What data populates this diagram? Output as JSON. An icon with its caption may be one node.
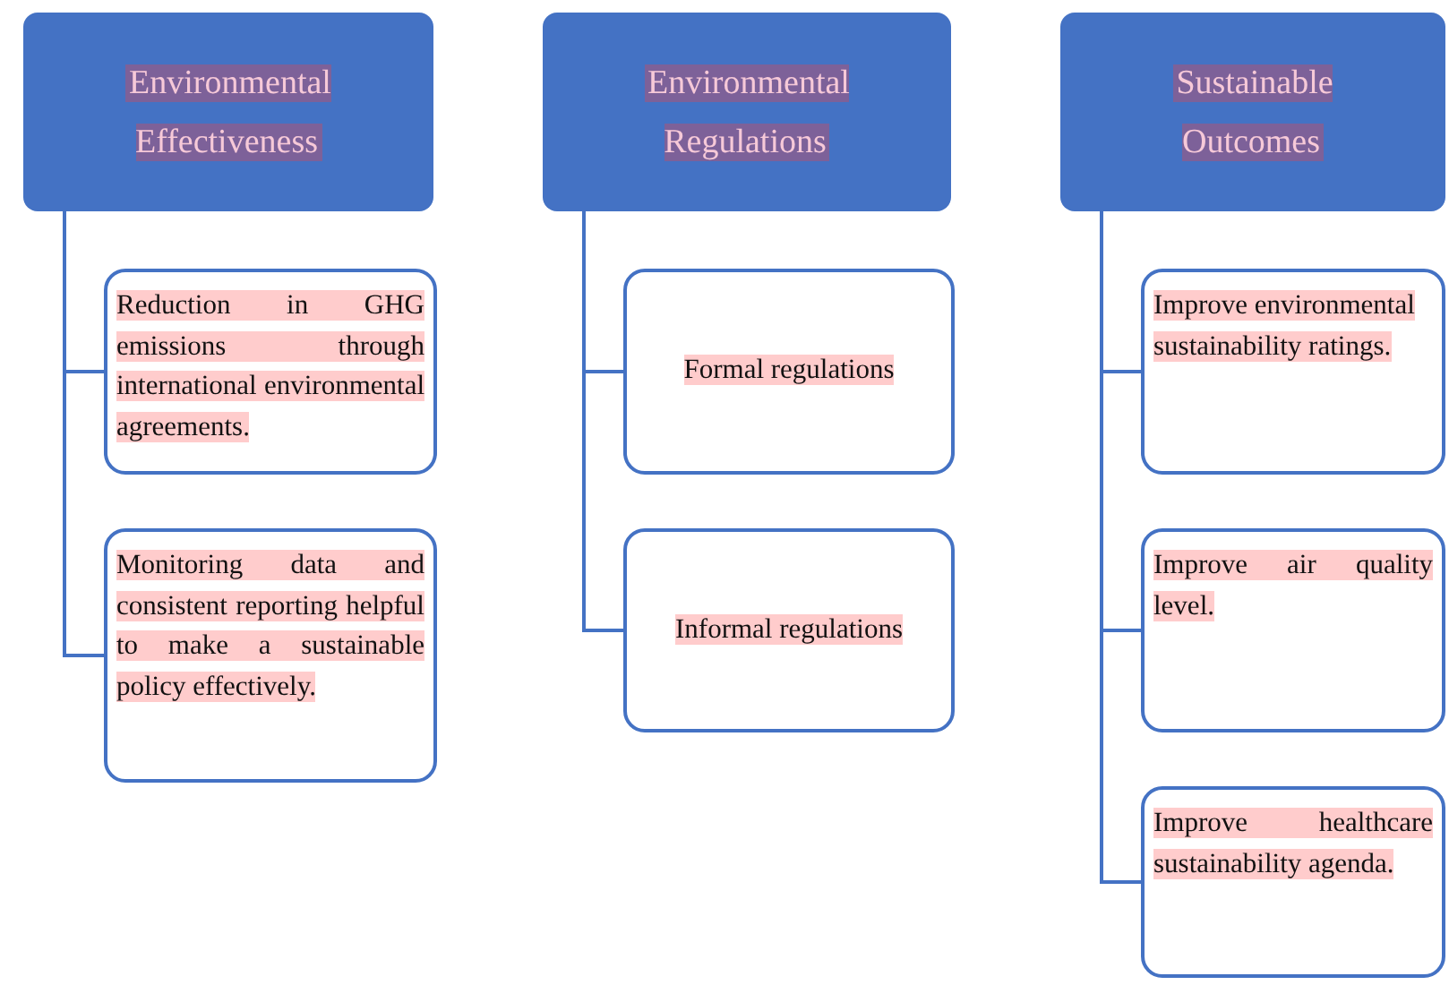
{
  "diagram": {
    "nodes": [
      {
        "text": [
          "Environmental Effectiveness"
        ]
      },
      {
        "text": [
          "Reduction in GHG emissions through international environmental agreements."
        ]
      },
      {
        "text": [
          "Monitoring data and consistent reporting helpful to make a sustainable policy effectively."
        ]
      },
      {
        "text": [
          "Environmental Regulations"
        ]
      },
      {
        "text": [
          "Formal regulations"
        ]
      },
      {
        "text": [
          "Informal regulations"
        ]
      },
      {
        "text": [
          "Sustainable Outcomes"
        ]
      },
      {
        "text": [
          "Improve environmental sustainability ratings."
        ]
      },
      {
        "text": [
          "Improve air quality level."
        ]
      },
      {
        "text": [
          "Improve healthcare sustainability agenda."
        ]
      }
    ],
    "edges": [
      {
        "from": 0,
        "to": 1,
        "arrow": "none"
      },
      {
        "from": 0,
        "to": 2,
        "arrow": "none"
      },
      {
        "from": 3,
        "to": 4,
        "arrow": "none"
      },
      {
        "from": 3,
        "to": 5,
        "arrow": "none"
      },
      {
        "from": 6,
        "to": 7,
        "arrow": "none"
      },
      {
        "from": 6,
        "to": 8,
        "arrow": "none"
      },
      {
        "from": 6,
        "to": 9,
        "arrow": "none"
      }
    ]
  }
}
